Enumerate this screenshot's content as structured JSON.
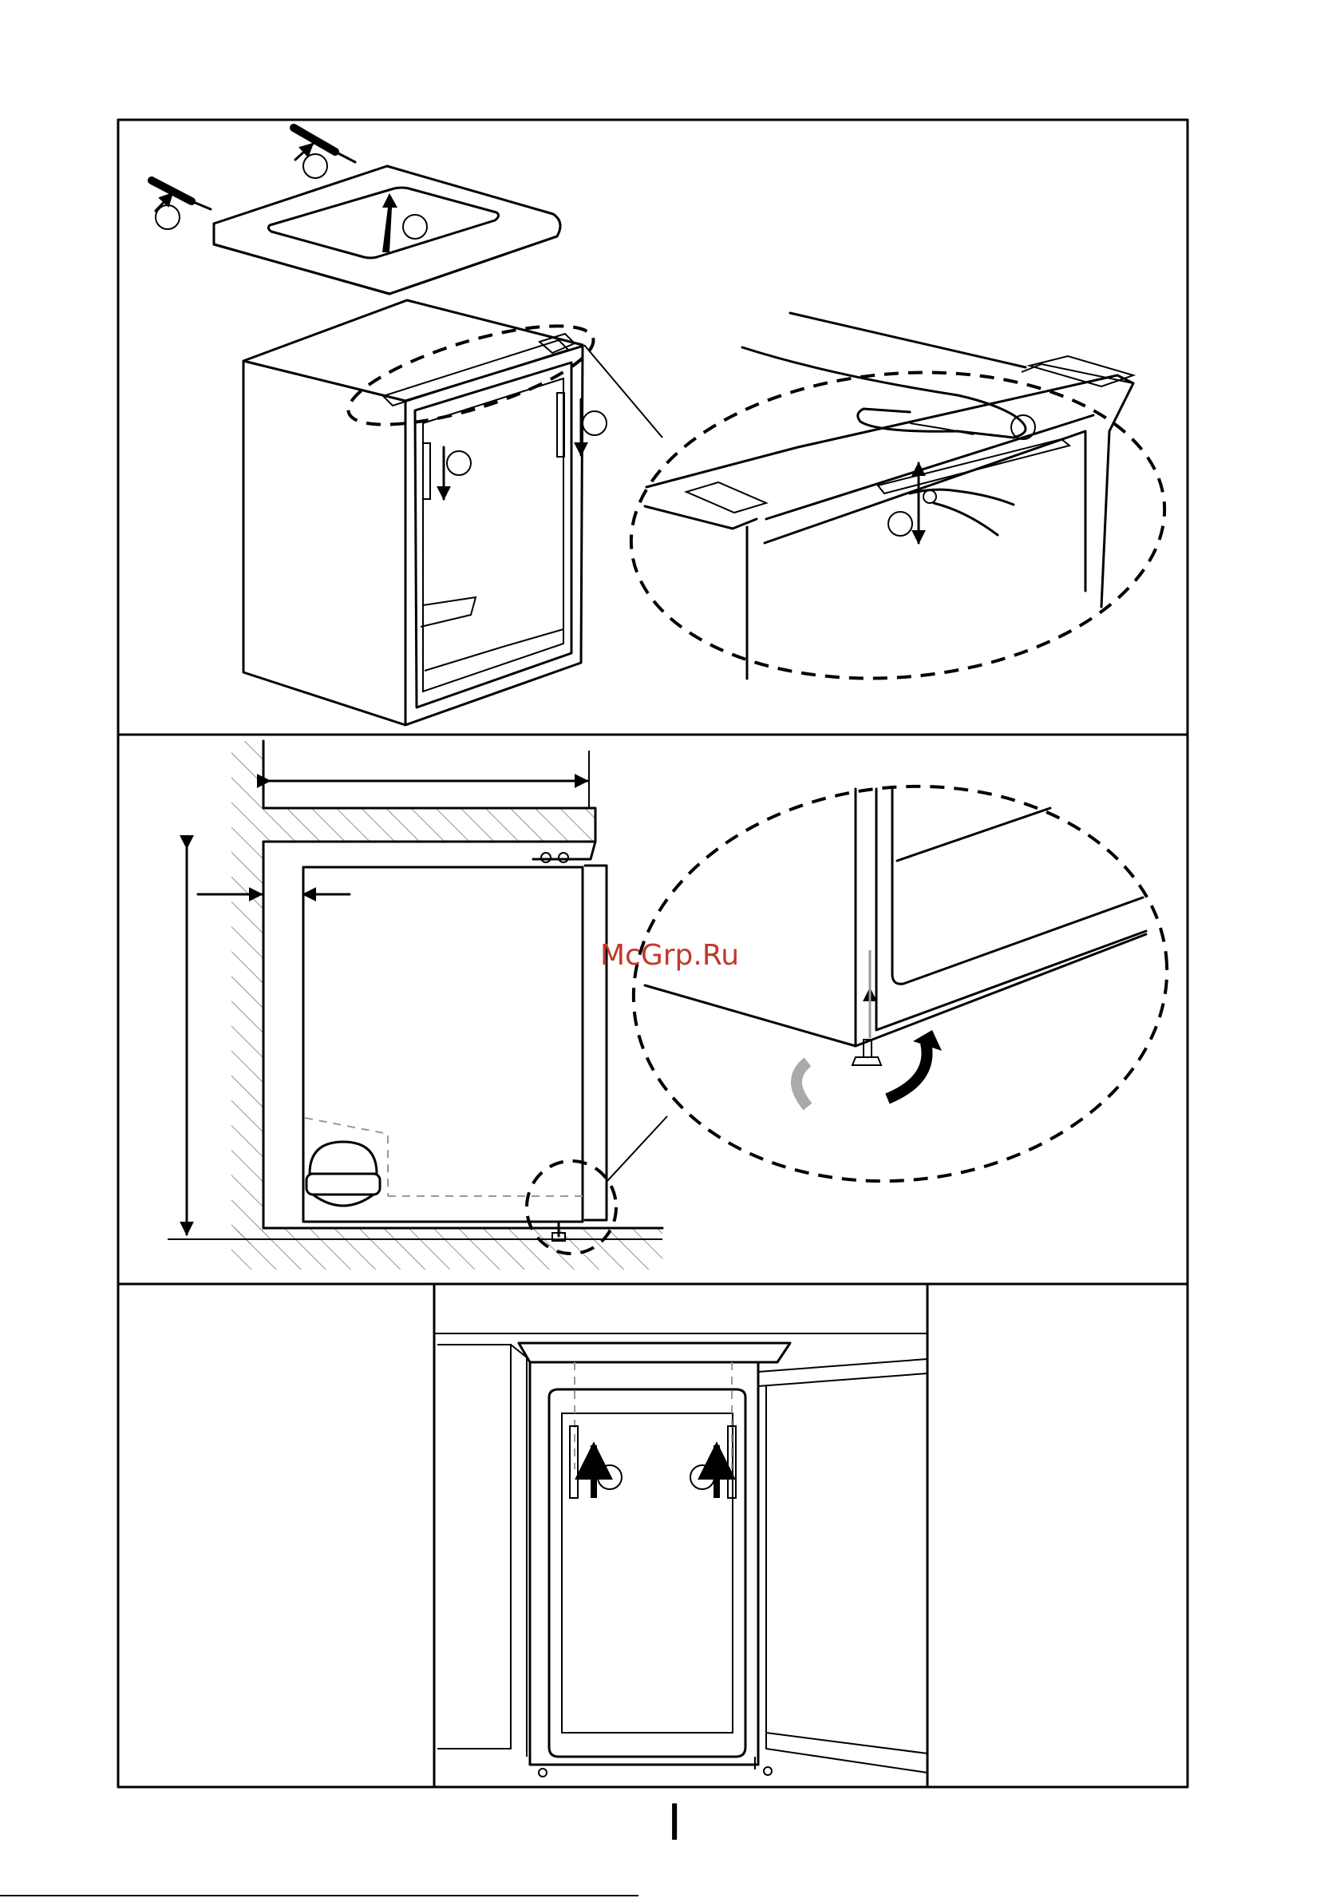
{
  "watermark": "McGrp.Ru",
  "page_number": "I",
  "colors": {
    "line": "#000000",
    "watermark": "#c0392b",
    "hatch": "#777777",
    "background": "#ffffff"
  },
  "panels": [
    {
      "id": "remove-worktop",
      "icons": [
        "screwdriver-icon",
        "arrow-up-icon",
        "pliers-icon",
        "hand-icon"
      ]
    },
    {
      "id": "clearance-and-leveling",
      "icons": [
        "dimension-arrow-icon",
        "adjustable-foot-icon",
        "rotate-arrow-icon"
      ]
    },
    {
      "id": "under-counter-fixing",
      "icons": [
        "screw-icon",
        "arrow-up-icon"
      ]
    }
  ]
}
